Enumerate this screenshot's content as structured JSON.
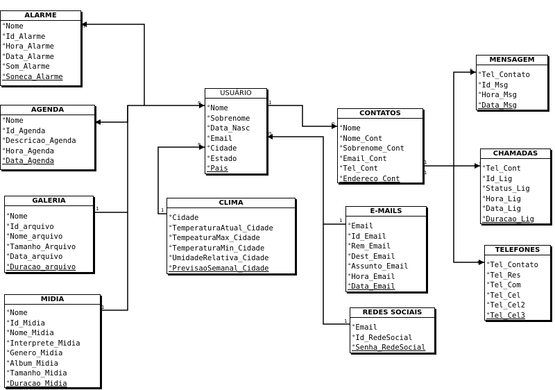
{
  "entities": {
    "alarme": {
      "title": "ALARME",
      "fields": [
        "Nome",
        "Id_Alarme",
        "Hora_Alarme",
        "Data_Alarme",
        "Som_Alarme",
        "Soneca_Alarme"
      ]
    },
    "agenda": {
      "title": "AGENDA",
      "fields": [
        "Nome",
        "Id_Agenda",
        "Descricao_Agenda",
        "Hora_Agenda",
        "Data_Agenda"
      ]
    },
    "galeria": {
      "title": "GALERIA",
      "fields": [
        "Nome",
        "Id_arquivo",
        "Nome_arquivo",
        "Tamanho_Arquivo",
        "Data_arquivo",
        "Duracao_arquivo"
      ]
    },
    "midia": {
      "title": "MIDIA",
      "fields": [
        "Nome",
        "Id_Midia",
        "Nome_Midia",
        "Interprete_Midia",
        "Genero_Midia",
        "Album_Midia",
        "Tamanho_Midia",
        "Duracao_Midia"
      ]
    },
    "usuario": {
      "title": "USUÁRIO",
      "fields": [
        "Nome",
        "Sobrenome",
        "Data_Nasc",
        "Email",
        "Cidade",
        "Estado",
        "Pais"
      ]
    },
    "clima": {
      "title": "CLIMA",
      "fields": [
        "Cidade",
        "TemperaturaAtual_Cidade",
        "TempeaturaMax_Cidade",
        "TemperaturaMin_Cidade",
        "UmidadeRelativa_Cidade",
        "PrevisaoSemanal_Cidade"
      ]
    },
    "contatos": {
      "title": "CONTATOS",
      "fields": [
        "Nome",
        "Nome_Cont",
        "Sobrenome_Cont",
        "Email_Cont",
        "Tel_Cont",
        "Endereco_Cont"
      ]
    },
    "emails": {
      "title": "E-MAILS",
      "fields": [
        "Email",
        "Id_Email",
        "Rem_Email",
        "Dest_Email",
        "Assunto_Email",
        "Hora_Email",
        "Data_Email"
      ]
    },
    "redes": {
      "title": "REDES SOCIAIS",
      "fields": [
        "Email",
        "Id_RedeSocial",
        "Senha_RedeSocial"
      ]
    },
    "mensagem": {
      "title": "MENSAGEM",
      "fields": [
        "Tel_Contato",
        "Id_Msg",
        "Hora_Msg",
        "Data_Msg"
      ]
    },
    "chamadas": {
      "title": "CHAMADAS",
      "fields": [
        "Tel_Cont",
        "Id_Lig",
        "Status_Lig",
        "Hora_Lig",
        "Data_Lig",
        "Duracao_Lig"
      ]
    },
    "telefones": {
      "title": "TELEFONES",
      "fields": [
        "Tel_Contato",
        "Tel_Res",
        "Tel_Com",
        "Tel_Cel",
        "Tel_Cel2",
        "Tel_Cel3"
      ]
    }
  },
  "cardinalities": {
    "one": "1",
    "many": "n"
  }
}
